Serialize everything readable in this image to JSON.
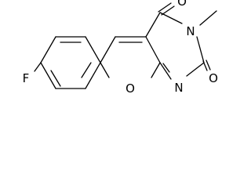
{
  "molecule": {
    "atom_labels": {
      "fluorine": "F",
      "ring_oxygen": "O",
      "ring_nitrogen_lower": "N",
      "ring_nitrogen_upper": "N",
      "carbonyl_oxygen_top": "O",
      "carbonyl_oxygen_bottom": "O"
    }
  }
}
